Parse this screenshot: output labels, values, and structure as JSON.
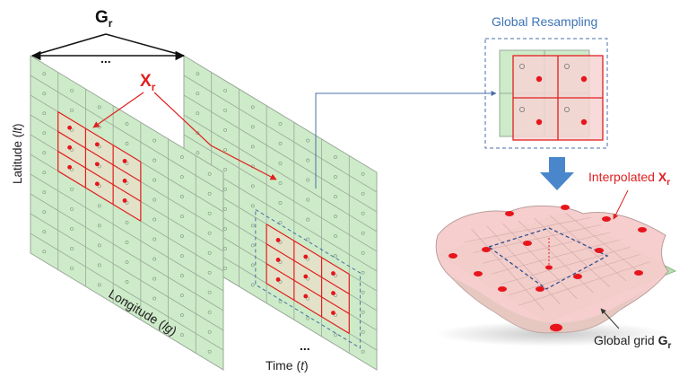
{
  "labels": {
    "gr_main": "G",
    "gr_sub": "r",
    "xr_main": "X",
    "xr_sub": "r",
    "ellipsis_top": "...",
    "ellipsis_bottom": "...",
    "latitude_prefix": "Latitude (",
    "latitude_var": "lt",
    "latitude_suffix": ")",
    "longitude_prefix": "Longitude (",
    "longitude_var": "lg",
    "longitude_suffix": ")",
    "time_prefix": "Time (",
    "time_var": "t",
    "time_suffix": ")",
    "global_resampling": "Global Resampling",
    "interpolated_prefix": "Interpolated ",
    "interpolated_main": "X",
    "interpolated_sub": "r",
    "global_grid_prefix": "Global grid ",
    "global_grid_main": "G",
    "global_grid_sub": "r"
  },
  "colors": {
    "grid_fill": "#cdebc8",
    "grid_line": "#9aa89a",
    "highlight_red": "#e02020",
    "highlight_fill": "#eadfc8",
    "dash_blue": "#4a6fa8",
    "label_blue": "#3d73b6",
    "arrow_blue": "#4a86cc",
    "surface_pink": "#f6cccc",
    "dot_red": "#e8141c"
  }
}
